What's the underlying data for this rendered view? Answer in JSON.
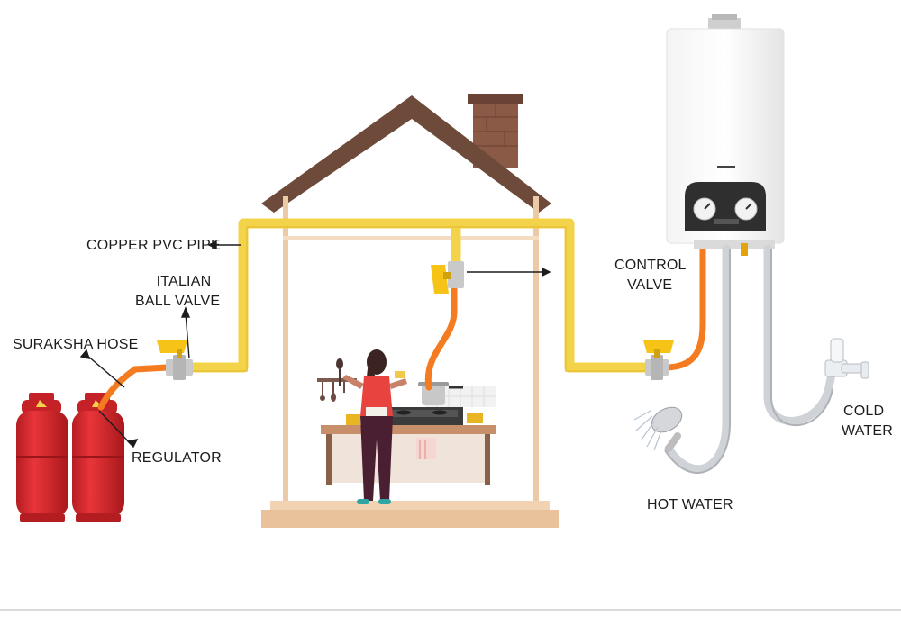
{
  "labels": {
    "copper_pvc_pipe": "COPPER PVC PIPE",
    "italian_ball_valve_line1": "ITALIAN",
    "italian_ball_valve_line2": "BALL VALVE",
    "suraksha_hose": "SURAKSHA HOSE",
    "regulator": "REGULATOR",
    "control_valve_line1": "CONTROL",
    "control_valve_line2": "VALVE",
    "hot_water": "HOT WATER",
    "cold_water_line1": "COLD",
    "cold_water_line2": "WATER"
  },
  "icons": [
    "gas-cylinder-icon",
    "ball-valve-icon",
    "house-icon",
    "cook-figure-icon",
    "stove-icon",
    "geyser-icon",
    "shower-head-icon",
    "tap-icon"
  ],
  "colors": {
    "pipe_yellow": "#f3d34a",
    "hose_orange": "#f47b20",
    "cylinder_red": "#d9262b",
    "roof_brown": "#6e4a3a",
    "wall_beige": "#eccaa6",
    "water_pipe_grey": "#cfd2d6"
  }
}
